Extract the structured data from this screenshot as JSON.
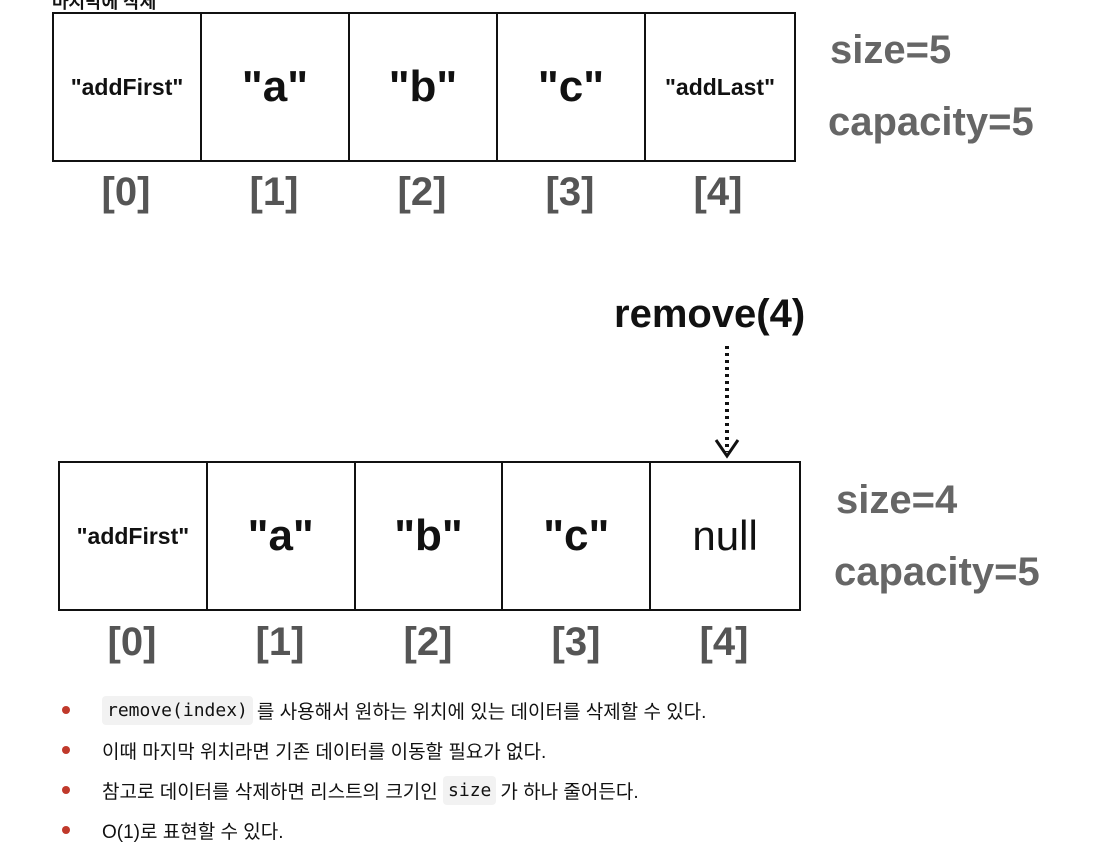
{
  "heading": "마지막에 삭제",
  "top": {
    "cells": [
      "\"addFirst\"",
      "\"a\"",
      "\"b\"",
      "\"c\"",
      "\"addLast\""
    ],
    "indices": [
      "[0]",
      "[1]",
      "[2]",
      "[3]",
      "[4]"
    ],
    "size": "size=5",
    "capacity": "capacity=5"
  },
  "operation": "remove(4)",
  "bottom": {
    "cells": [
      "\"addFirst\"",
      "\"a\"",
      "\"b\"",
      "\"c\"",
      "null"
    ],
    "indices": [
      "[0]",
      "[1]",
      "[2]",
      "[3]",
      "[4]"
    ],
    "size": "size=4",
    "capacity": "capacity=5"
  },
  "bullets": [
    {
      "code": "remove(index)",
      "text": "를 사용해서 원하는 위치에 있는 데이터를 삭제할 수 있다."
    },
    {
      "text": "이때 마지막 위치라면 기존 데이터를 이동할 필요가 없다."
    },
    {
      "before": "참고로 데이터를 삭제하면 리스트의 크기인 ",
      "code": "size",
      "text": "가 하나 줄어든다."
    },
    {
      "text": "O(1)로 표현할 수 있다."
    }
  ]
}
